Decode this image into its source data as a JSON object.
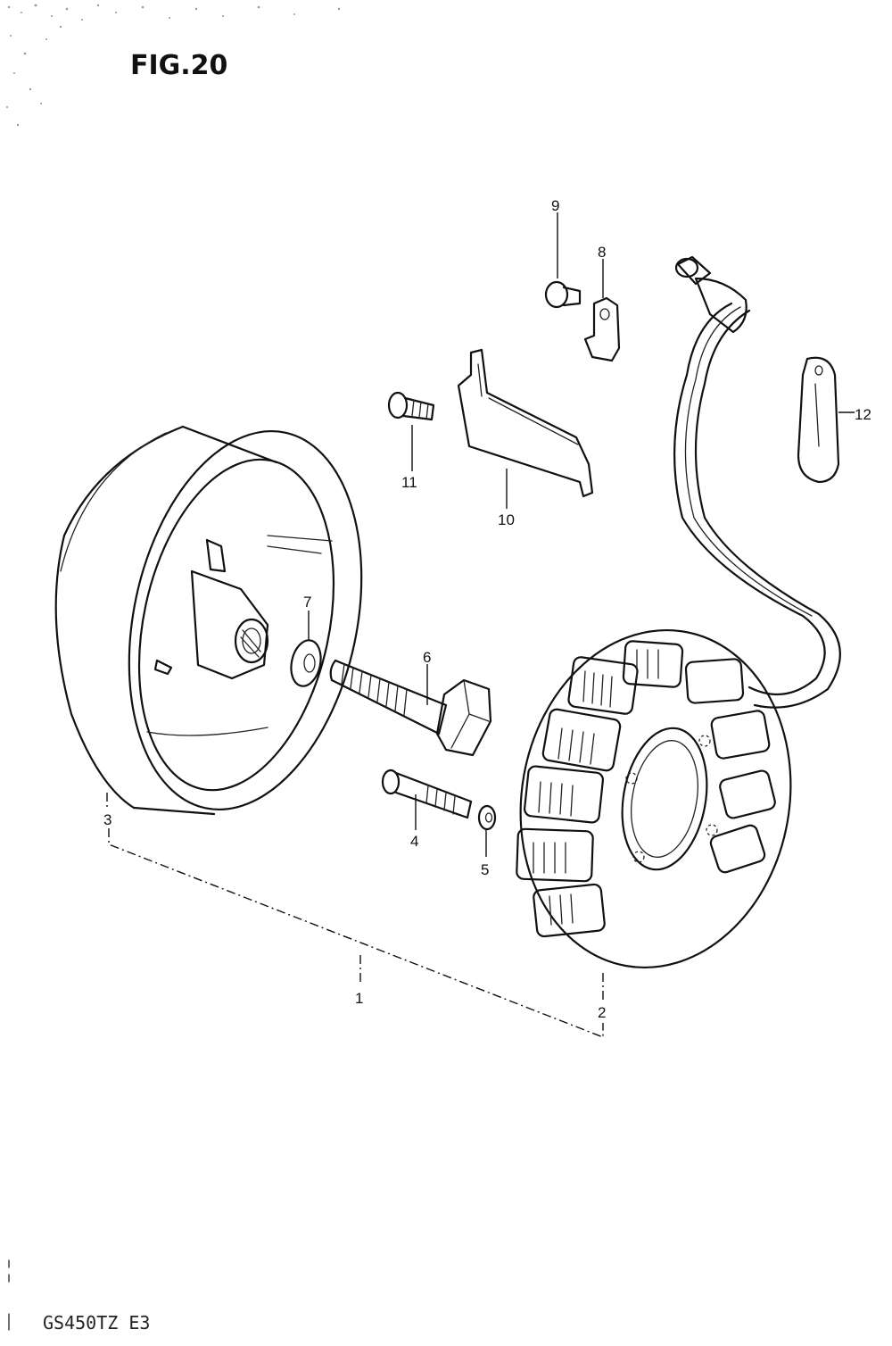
{
  "figure": {
    "title": "FIG.20",
    "model_code": "GS450TZ E3"
  },
  "callouts": [
    {
      "id": "c1",
      "label": "1"
    },
    {
      "id": "c2",
      "label": "2"
    },
    {
      "id": "c3",
      "label": "3"
    },
    {
      "id": "c4",
      "label": "4"
    },
    {
      "id": "c5",
      "label": "5"
    },
    {
      "id": "c6",
      "label": "6"
    },
    {
      "id": "c7",
      "label": "7"
    },
    {
      "id": "c8",
      "label": "8"
    },
    {
      "id": "c9",
      "label": "9"
    },
    {
      "id": "c10",
      "label": "10"
    },
    {
      "id": "c11",
      "label": "11"
    },
    {
      "id": "c12",
      "label": "12"
    }
  ],
  "parts": [
    {
      "name": "rotor-flywheel"
    },
    {
      "name": "stator-coil"
    },
    {
      "name": "rotor-bolt"
    },
    {
      "name": "stator-screw"
    },
    {
      "name": "lock-washer"
    },
    {
      "name": "plain-washer"
    },
    {
      "name": "lead-wire-clamp"
    },
    {
      "name": "clamp-screw"
    },
    {
      "name": "wire-guide"
    },
    {
      "name": "guide-screw"
    },
    {
      "name": "harness-clamp"
    },
    {
      "name": "lead-wire-harness"
    }
  ]
}
